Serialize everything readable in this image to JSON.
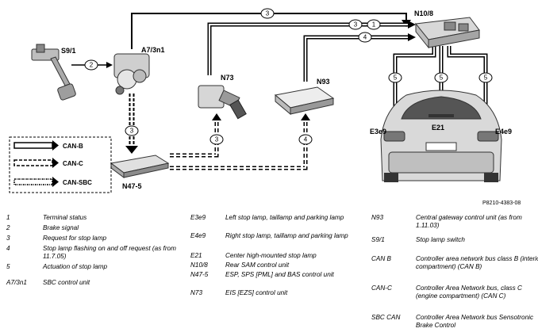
{
  "diagram": {
    "components": {
      "s9_1": "S9/1",
      "a7_3n1": "A7/3n1",
      "n73": "N73",
      "n93": "N93",
      "n10_8": "N10/8",
      "n47_5": "N47-5",
      "e3e9": "E3e9",
      "e21": "E21",
      "e4e9": "E4e9"
    },
    "callouts": {
      "c2": "2",
      "c3": "3",
      "c1": "1",
      "c4": "4",
      "c5": "5"
    },
    "legend": {
      "can_b": "CAN-B",
      "can_c": "CAN-C",
      "can_sbc": "CAN-SBC"
    },
    "figure_code": "P8210-4383-08"
  },
  "key_col1": [
    {
      "code": "1",
      "desc": "Terminal status"
    },
    {
      "code": "2",
      "desc": "Brake signal"
    },
    {
      "code": "3",
      "desc": "Request for stop lamp"
    },
    {
      "code": "4",
      "desc": "Stop lamp flashing on and off request (as from 11.7.05)"
    },
    {
      "code": "5",
      "desc": "Actuation of stop lamp"
    },
    {
      "code": "A7/3n1",
      "desc": "SBC control unit"
    }
  ],
  "key_col2": [
    {
      "code": "E3e9",
      "desc": "Left stop lamp, taillamp and parking lamp"
    },
    {
      "code": "E4e9",
      "desc": "Right stop lamp, taillamp and parking lamp"
    },
    {
      "code": "E21",
      "desc": "Center high-mounted stop lamp"
    },
    {
      "code": "N10/8",
      "desc": "Rear SAM control unit"
    },
    {
      "code": "N47-5",
      "desc": "ESP, SPS [PML] and BAS control unit"
    },
    {
      "code": "N73",
      "desc": "EIS [EZS] control unit"
    }
  ],
  "key_col3": [
    {
      "code": "N93",
      "desc": "Central gateway control unit (as from 1.11.03)"
    },
    {
      "code": "S9/1",
      "desc": "Stop lamp switch"
    },
    {
      "code": "CAN B",
      "desc": "Controller area network bus class B (interior compartment) (CAN B)"
    },
    {
      "code": "CAN-C",
      "desc": "Controller Area Network bus, class C (engine compartment) (CAN C)"
    },
    {
      "code": "SBC CAN",
      "desc": "Controller Area Network bus Sensotronic Brake Control"
    }
  ]
}
